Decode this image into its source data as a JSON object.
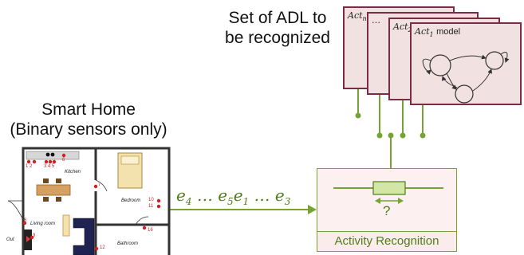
{
  "adl_title": {
    "line1": "Set of ADL to",
    "line2": "be recognized"
  },
  "home_title": {
    "line1": "Smart Home",
    "line2": "(Binary sensors only)"
  },
  "activity_recognition": {
    "label": "Activity Recognition",
    "question": "?"
  },
  "sequence": {
    "e4": "4",
    "e5": "5",
    "e1": "1",
    "e3": "3",
    "dots": "…"
  },
  "model_cards": [
    {
      "sub": "n",
      "model": ""
    },
    {
      "sub": "",
      "model": "",
      "ellipsis": "…"
    },
    {
      "sub": "2",
      "model": ""
    },
    {
      "sub": "1",
      "model": "model"
    }
  ],
  "floorplan": {
    "rooms": {
      "kitchen": "Kitchen",
      "bedroom": "Bedroom",
      "living_room": "Living room",
      "bathroom": "Bathroom",
      "out": "Out"
    },
    "sensors": [
      "1 2",
      "3 4 5",
      "6",
      "7",
      "10",
      "11",
      "8",
      "9",
      "16",
      "12"
    ]
  },
  "colors": {
    "card_border": "#7b2a48",
    "card_fill": "#f2e1e1",
    "accent_green": "#76a333",
    "sensor_red": "#d61e1e"
  }
}
